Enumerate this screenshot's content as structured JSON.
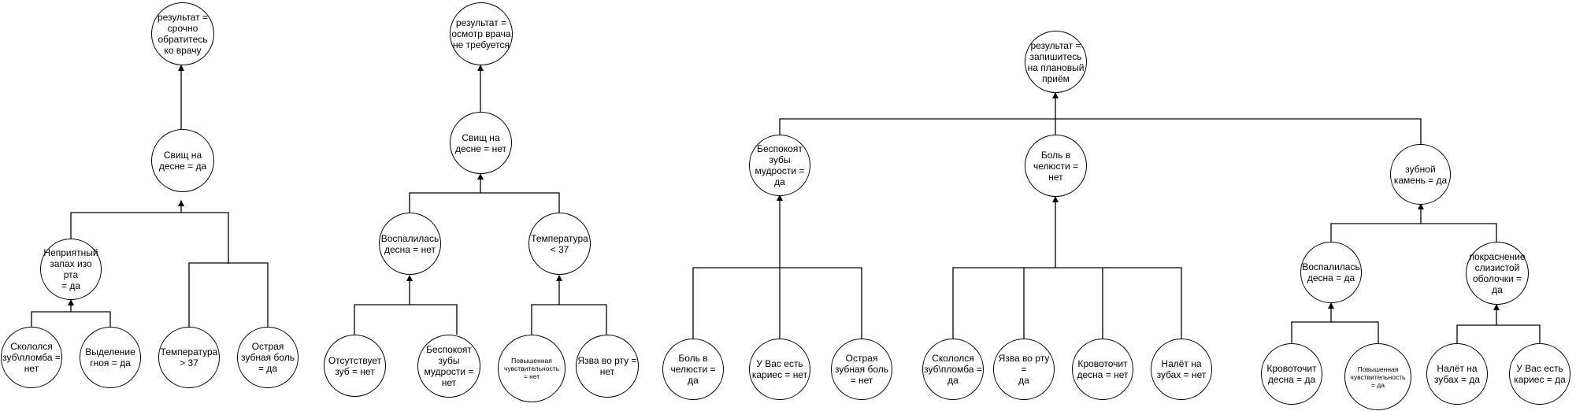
{
  "nodes": [
    {
      "id": "t1_result",
      "text": "результат =\nсрочно\nобратитесь\nко врачу"
    },
    {
      "id": "t1_svish",
      "text": "Свищ на\nдесне = да"
    },
    {
      "id": "t1_zapah",
      "text": "Неприятный\nзапах изо рта\n= да"
    },
    {
      "id": "t1_skolol",
      "text": "Скололся\nзуб\\пломба =\nнет"
    },
    {
      "id": "t1_gnoi",
      "text": "Выделение\nгноя = да"
    },
    {
      "id": "t1_temp",
      "text": "Температура\n> 37"
    },
    {
      "id": "t1_bol",
      "text": "Острая\nзубная боль\n= да"
    },
    {
      "id": "t2_result",
      "text": "результат =\nосмотр врача\nне требуется"
    },
    {
      "id": "t2_svish",
      "text": "Свищ на\nдесне = нет"
    },
    {
      "id": "t2_vospal",
      "text": "Воспалилась\nдесна = нет"
    },
    {
      "id": "t2_temp",
      "text": "Температура\n< 37"
    },
    {
      "id": "t2_otsut",
      "text": "Отсутствует\nзуб = нет"
    },
    {
      "id": "t2_mudr",
      "text": "Беспокоят\nзубы\nмудрости =\nнет"
    },
    {
      "id": "t2_chuvst",
      "text": "Повышенная\nчувствительность\n= нет"
    },
    {
      "id": "t2_yazva",
      "text": "Язва во рту =\nнет"
    },
    {
      "id": "t3_result",
      "text": "результат =\nзапишитесь\nна плановый\nприём"
    },
    {
      "id": "t3_mudr",
      "text": "Беспокоят\nзубы\nмудрости =\nда"
    },
    {
      "id": "t3_chelust",
      "text": "Боль в\nчелюсти =\nнет"
    },
    {
      "id": "t3_kamen",
      "text": "зубной\nкамень = да"
    },
    {
      "id": "t3_bolchel",
      "text": "Боль в\nчелюсти = да"
    },
    {
      "id": "t3_karies",
      "text": "У Вас есть\nкариес = нет"
    },
    {
      "id": "t3_ostraya",
      "text": "Острая\nзубная боль\n= нет"
    },
    {
      "id": "t3_skolol",
      "text": "Скололся\nзуб\\пломба =\nда"
    },
    {
      "id": "t3_yazva",
      "text": "Язва во рту =\nда"
    },
    {
      "id": "t3_krovo",
      "text": "Кровоточит\nдесна = нет"
    },
    {
      "id": "t3_nalet",
      "text": "Налёт на\nзубах = нет"
    },
    {
      "id": "t3_vospal",
      "text": "Воспалилась\nдесна = да"
    },
    {
      "id": "t3_pokras",
      "text": "покраснение\nслизистой\nоболочки =\nда"
    },
    {
      "id": "t3_krovo2",
      "text": "Кровоточит\nдесна = да"
    },
    {
      "id": "t3_chuvst",
      "text": "Повышенная\nчувствительность\n= да"
    },
    {
      "id": "t3_nalet2",
      "text": "Налёт на\nзубах = да"
    },
    {
      "id": "t3_karies2",
      "text": "У Вас есть\nкариес = да"
    }
  ]
}
